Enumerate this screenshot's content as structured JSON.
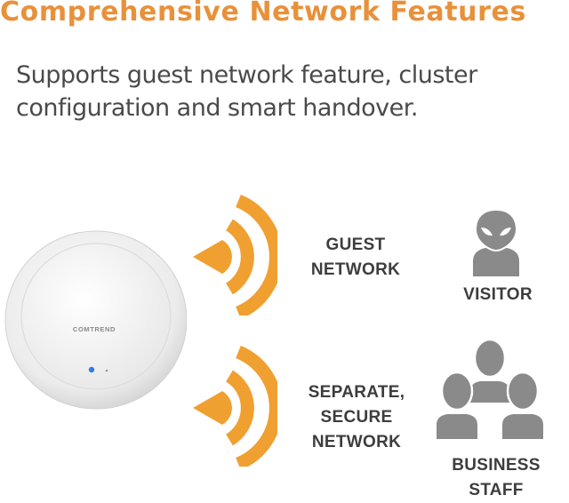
{
  "header": {
    "title": "Comprehensive Network Features",
    "subtitle_line1": "Supports guest network feature, cluster",
    "subtitle_line2": "configuration and smart handover."
  },
  "device": {
    "brand": "COMTREND"
  },
  "networks": [
    {
      "label_line1": "GUEST",
      "label_line2": "NETWORK"
    },
    {
      "label_line1": "SEPARATE,",
      "label_line2": "SECURE",
      "label_line3": "NETWORK"
    }
  ],
  "users": [
    {
      "label_line1": "VISITOR",
      "icon": "alien-user-icon"
    },
    {
      "label_line1": "BUSINESS",
      "label_line2": "STAFF",
      "icon": "group-users-icon"
    }
  ],
  "colors": {
    "accent": "#e8913a",
    "wave": "#f0a030",
    "text": "#3d3d3d",
    "icon": "#8a8a8a"
  }
}
